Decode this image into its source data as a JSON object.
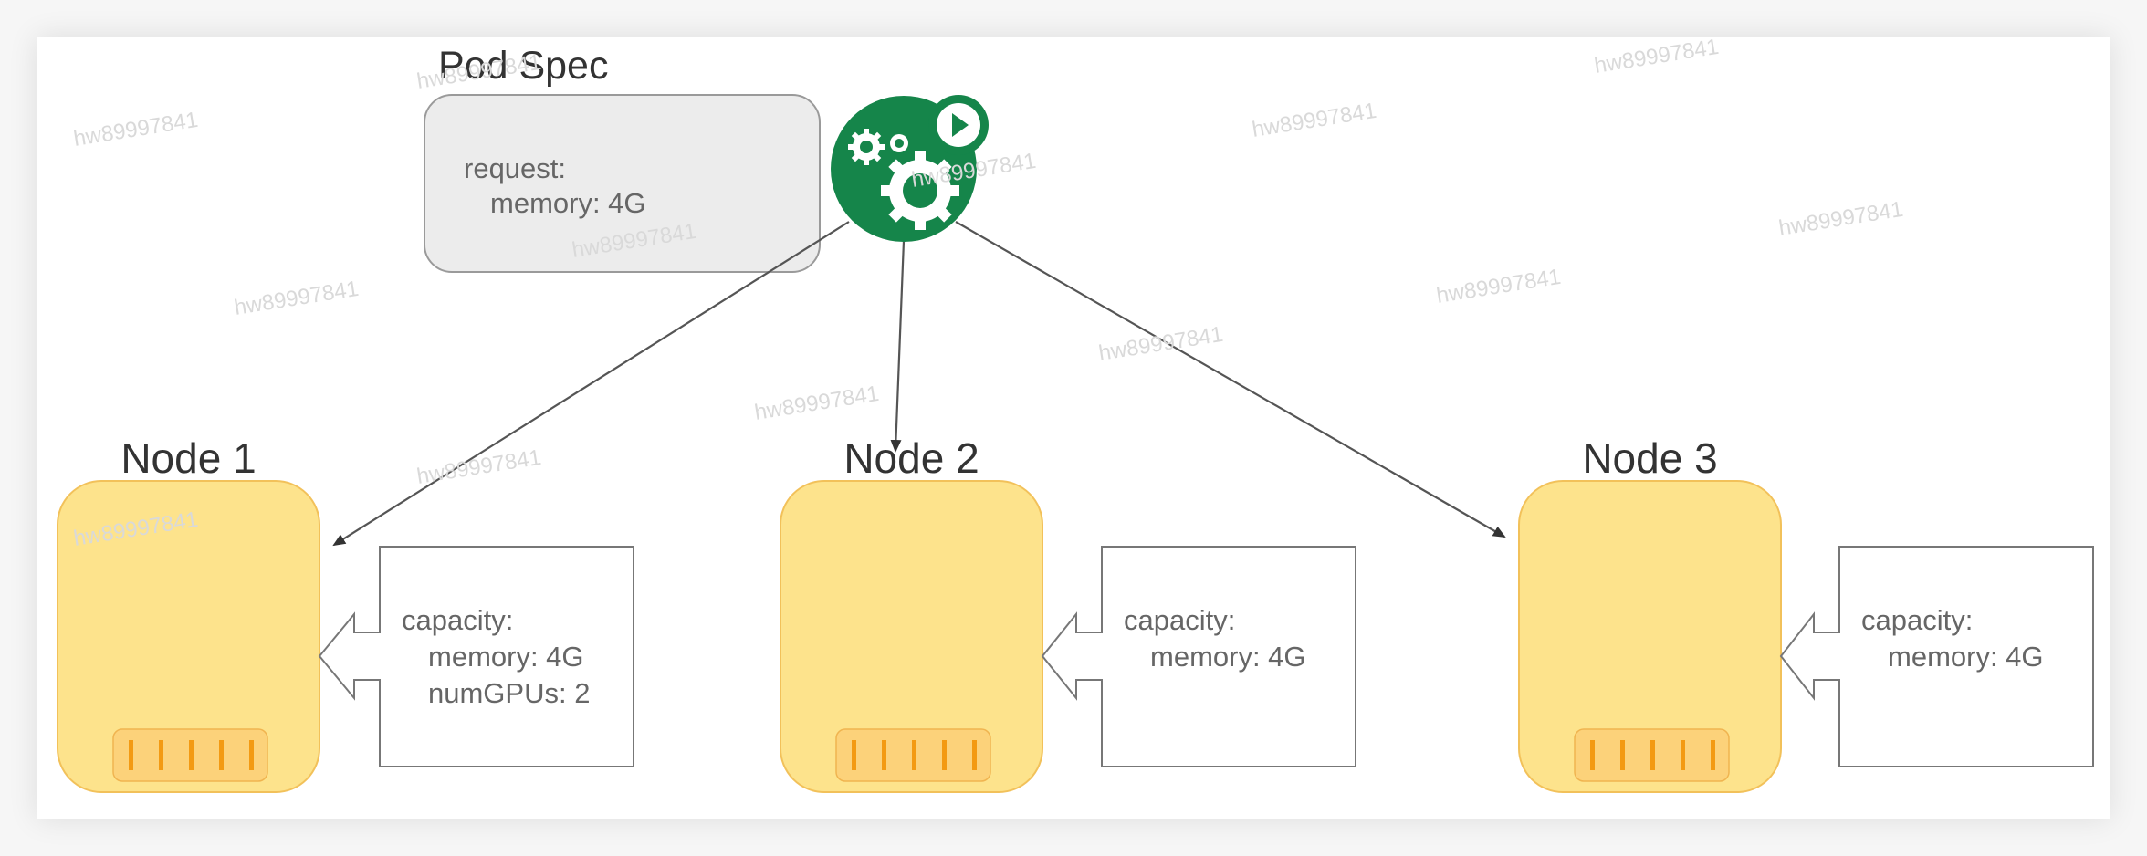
{
  "diagram": {
    "pod_spec": {
      "title": "Pod Spec",
      "lines": [
        "request:",
        "memory: 4G"
      ],
      "icon": "scheduler-gears-icon",
      "badge_icon": "play-icon",
      "icon_color": "#15854a"
    },
    "nodes": [
      {
        "label": "Node 1",
        "capacity_lines": [
          "capacity:",
          "memory: 4G",
          "numGPUs: 2"
        ]
      },
      {
        "label": "Node 2",
        "capacity_lines": [
          "capacity:",
          "memory: 4G"
        ]
      },
      {
        "label": "Node 3",
        "capacity_lines": [
          "capacity:",
          "memory: 4G"
        ]
      }
    ],
    "edges": [
      {
        "from": "pod-spec-scheduler",
        "to": "Node 1"
      },
      {
        "from": "pod-spec-scheduler",
        "to": "Node 2"
      },
      {
        "from": "pod-spec-scheduler",
        "to": "Node 3"
      }
    ],
    "colors": {
      "node_fill": "#fde38c",
      "node_stroke": "#f2c15a",
      "port_fill": "#fcd27a",
      "port_bar": "#f39a12",
      "spec_fill": "#ececec",
      "spec_stroke": "#9a9a9a",
      "edge": "#555555"
    },
    "watermark": "hw89997841"
  }
}
